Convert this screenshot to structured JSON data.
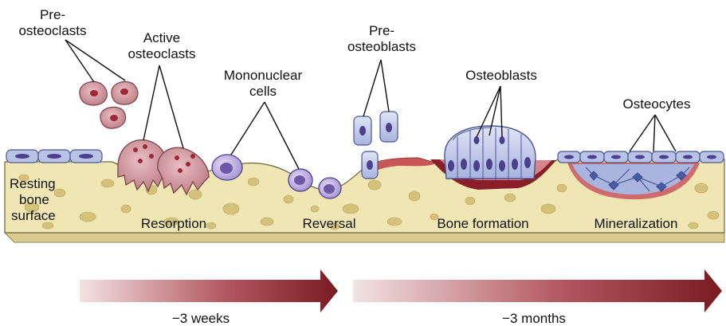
{
  "labels": {
    "pre_osteoclasts": [
      "Pre-",
      "osteoclasts"
    ],
    "active_osteoclasts": [
      "Active",
      "osteoclasts"
    ],
    "mononuclear_cells": [
      "Mononuclear",
      "cells"
    ],
    "pre_osteoblasts": [
      "Pre-",
      "osteoblasts"
    ],
    "osteoblasts": "Osteoblasts",
    "osteocytes": "Osteocytes"
  },
  "stages": {
    "resting": [
      "Resting",
      "bone",
      "surface"
    ],
    "resorption": "Resorption",
    "reversal": "Reversal",
    "bone_formation": "Bone formation",
    "mineralization": "Mineralization"
  },
  "timeline": {
    "first": "−3 weeks",
    "second": "−3 months"
  },
  "colors": {
    "bone": "#efe6b4",
    "bone_spots": "#d6c47a",
    "lining_cell": "#b9c3e6",
    "osteoclast": "#c98a90",
    "mononuclear": "#c7b8e6",
    "osteoid": "#8a1f2a",
    "arrow_dark": "#7a1a22",
    "arrow_light": "#f1dcdc"
  }
}
